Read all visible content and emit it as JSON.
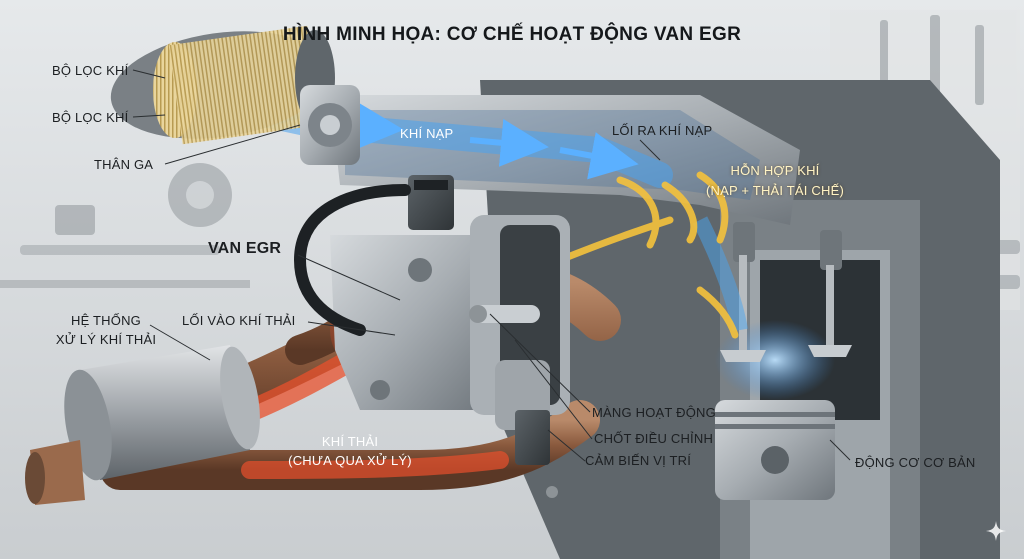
{
  "title": "HÌNH MINH HỌA: CƠ CHẾ HOẠT ĐỘNG VAN EGR",
  "labels": {
    "air_filter_1": "BỘ LỌC KHÍ",
    "air_filter_2": "BỘ LỌC KHÍ",
    "throttle_body": "THÂN GA",
    "intake_air": "KHÍ NẠP",
    "intake_outlet": "LỐI RA KHÍ NẠP",
    "mixture_line1": "HỖN HỢP KHÍ",
    "mixture_line2": "(NẠP + THẢI TÁI CHẾ)",
    "egr_valve": "VAN EGR",
    "aftertreatment_line1": "HỆ THỐNG",
    "aftertreatment_line2": "XỬ LÝ KHÍ THẢI",
    "exhaust_inlet": "LỐI VÀO KHÍ THẢI",
    "exhaust_gas_line1": "KHÍ THẢI",
    "exhaust_gas_line2": "(CHƯA QUA XỬ LÝ)",
    "diaphragm": "MÀNG HOẠT ĐỘNG",
    "adjust_pin": "CHỐT ĐIỀU CHỈNH",
    "position_sensor": "CẢM BIẾN VỊ TRÍ",
    "base_engine": "ĐỘNG CƠ CƠ BẢN"
  },
  "colors": {
    "intake_flow": "#4aa3ee",
    "exhaust_flow": "#e8502c",
    "recirculated_flow": "#f5c23c",
    "metal": "#b9bec3",
    "background": "#d9dde0"
  },
  "icons": {
    "corner_mark": "sparkle-icon"
  }
}
